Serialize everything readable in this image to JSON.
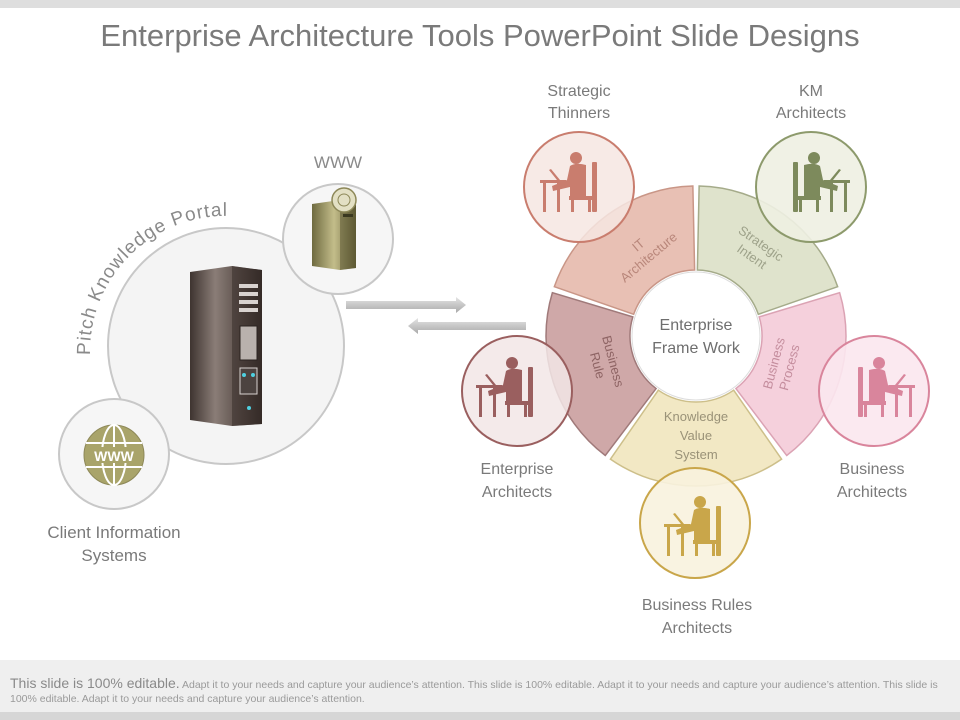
{
  "title": "Enterprise Architecture Tools PowerPoint Slide Designs",
  "left": {
    "portal_label": "Pitch Knowledge Portal",
    "www_label": "WWW",
    "client_label_line1": "Client Information",
    "client_label_line2": "Systems",
    "globe_text": "WWW"
  },
  "hub": {
    "center_line1": "Enterprise",
    "center_line2": "Frame Work",
    "segments": {
      "it_line1": "IT",
      "it_line2": "Architecture",
      "strategic_line1": "Strategic",
      "strategic_line2": "Intent",
      "process_line1": "Business",
      "process_line2": "Process",
      "kvs_line1": "Knowledge",
      "kvs_line2": "Value",
      "kvs_line3": "System",
      "rule_line1": "Business",
      "rule_line2": "Rule"
    }
  },
  "roles": {
    "strategic_line1": "Strategic",
    "strategic_line2": "Thinners",
    "km_line1": "KM",
    "km_line2": "Architects",
    "enterprise_line1": "Enterprise",
    "enterprise_line2": "Architects",
    "business_line1": "Business",
    "business_line2": "Architects",
    "rules_line1": "Business Rules",
    "rules_line2": "Architects"
  },
  "footer": {
    "lead": "This slide is 100% editable.",
    "body": "Adapt it to your needs and capture your audience’s attention. This slide is 100% editable. Adapt it to your needs and capture your audience’s attention. This slide is 100% editable. Adapt it to your needs and capture your audience’s attention."
  },
  "colors": {
    "it": "#e8c0b4",
    "strategic": "#dfe3cc",
    "process": "#f5d0dc",
    "kvs": "#f2e8c4",
    "rule": "#cfa8a8",
    "person_strategic": "#c97d6e",
    "person_km": "#7d8a5c",
    "person_enterprise": "#9a5f5f",
    "person_business": "#d9859c",
    "person_rules": "#c9a64a"
  }
}
